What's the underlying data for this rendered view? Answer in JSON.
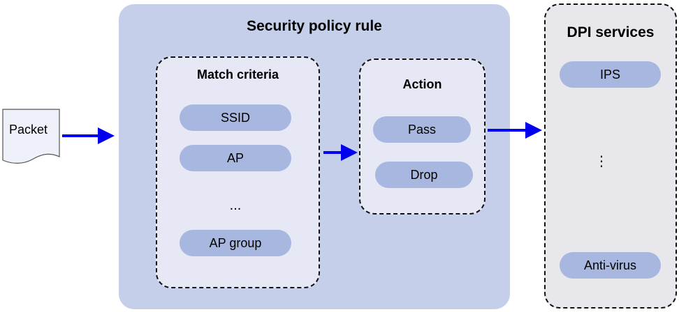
{
  "packet": {
    "label": "Packet"
  },
  "policy": {
    "title": "Security policy rule"
  },
  "match": {
    "title": "Match criteria",
    "items": [
      "SSID",
      "AP",
      "AP group"
    ],
    "ellipsis": "..."
  },
  "action": {
    "title": "Action",
    "items": [
      "Pass",
      "Drop"
    ]
  },
  "dpi": {
    "title": "DPI services",
    "items": [
      "IPS",
      "Anti-virus"
    ],
    "ellipsis": "⋮"
  },
  "colors": {
    "arrow": "#0000ee",
    "panel": "#c5cfe9",
    "pill": "#a7b7df"
  }
}
